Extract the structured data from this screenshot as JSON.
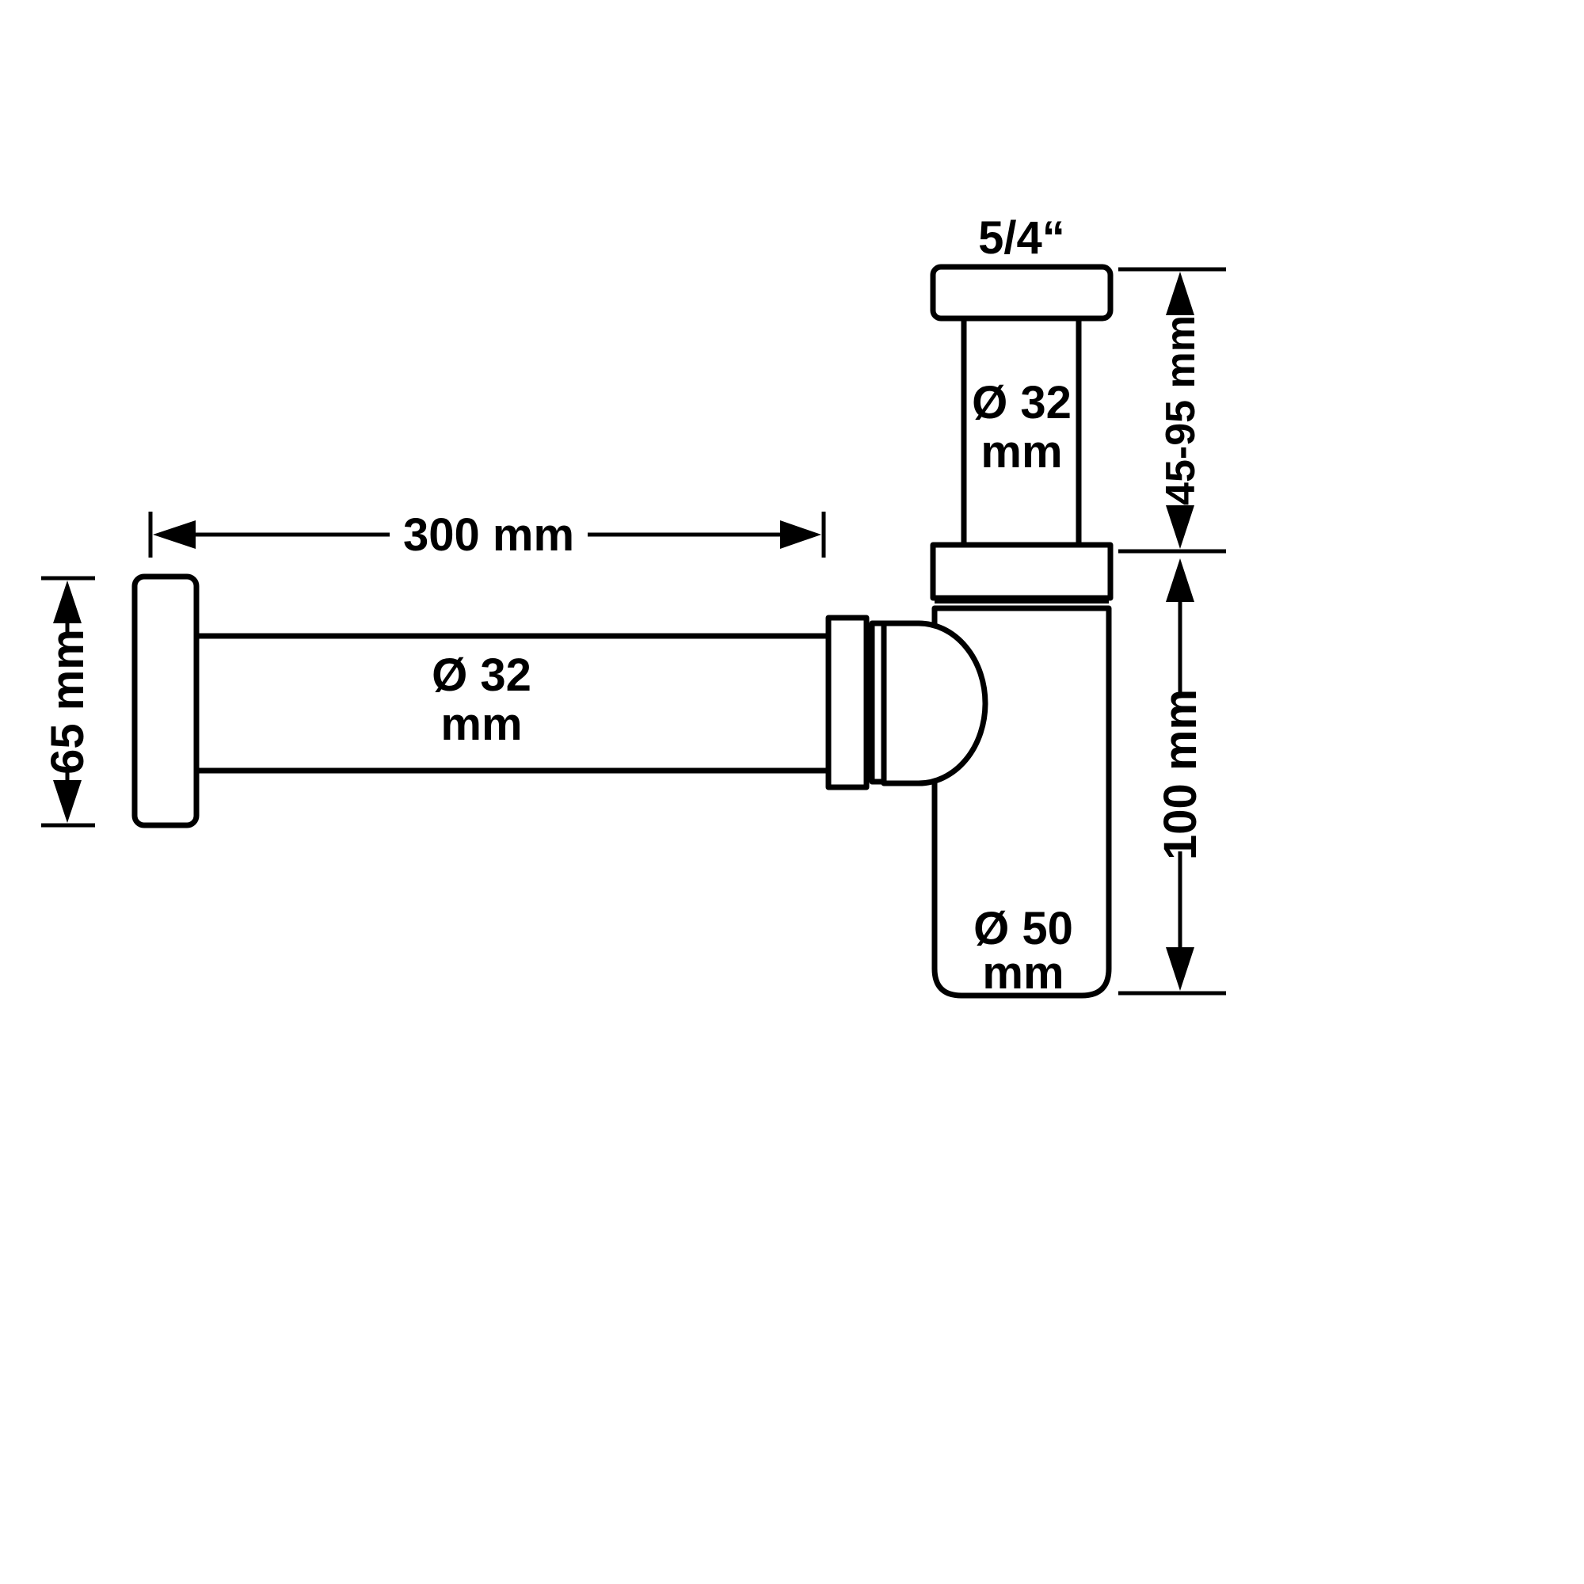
{
  "colors": {
    "background": "#ffffff",
    "line": "#000000"
  },
  "labels": {
    "inlet_thread": "5/4“",
    "inlet_pipe_line1": "Ø 32",
    "inlet_pipe_line2": "mm",
    "wall_pipe_line1": "Ø 32",
    "wall_pipe_line2": "mm",
    "body_line1": "Ø 50",
    "body_line2": "mm"
  },
  "dimensions": {
    "wall_tube_length": "300 mm",
    "rosette_height": "65 mm",
    "inlet_height_range": "45-95 mm",
    "body_height": "100 mm"
  }
}
